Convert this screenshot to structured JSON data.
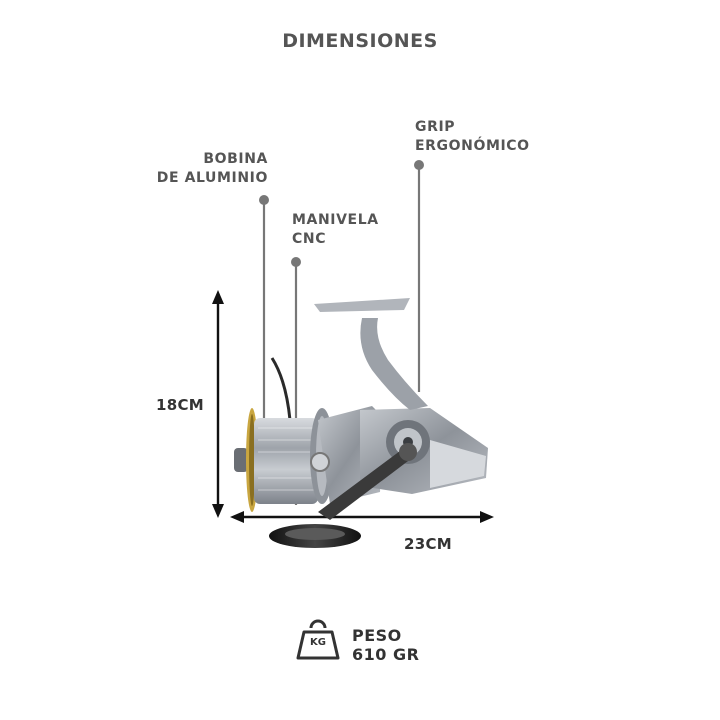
{
  "title": "DIMENSIONES",
  "callouts": {
    "spool": {
      "line1": "BOBINA",
      "line2": "DE ALUMINIO"
    },
    "handle": {
      "line1": "MANIVELA",
      "line2": "CNC"
    },
    "grip": {
      "line1": "GRIP",
      "line2": "ERGONÓMICO"
    }
  },
  "dimensions": {
    "height": "18CM",
    "width": "23CM"
  },
  "weight": {
    "icon_text": "KG",
    "label": "PESO",
    "value": "610 GR"
  },
  "colors": {
    "text": "#555555",
    "leader": "#777777",
    "gold": "#c9a640",
    "metal": "#a9adb3"
  },
  "icons": {
    "weight": "kettlebell-weight-icon"
  }
}
